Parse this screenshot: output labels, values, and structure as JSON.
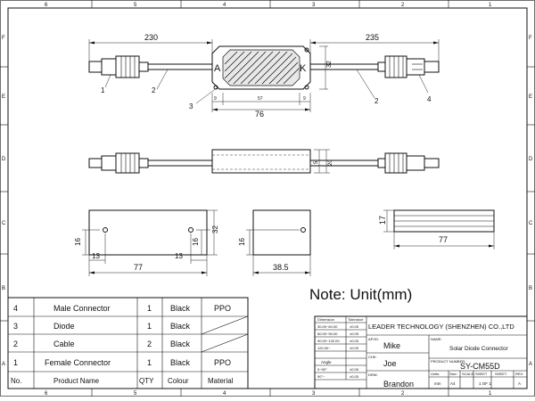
{
  "border": {
    "columns": [
      "6",
      "5",
      "4",
      "3",
      "2",
      "1"
    ],
    "rows": [
      "F",
      "E",
      "D",
      "C",
      "B",
      "A"
    ]
  },
  "top_view": {
    "dim_left": "230",
    "dim_right": "235",
    "dim_height": "32",
    "dim_body_len": "76",
    "dim_inner": "57",
    "dim_margin_left": "9",
    "dim_margin_right": "9",
    "mark_anode": "A",
    "mark_cathode": "K",
    "callouts": [
      "1",
      "2",
      "3",
      "2",
      "4"
    ]
  },
  "side_view": {
    "dim_small": "5",
    "dim_height": "20"
  },
  "bottom_views": {
    "front": {
      "h1": "16",
      "h2": "16",
      "h3": "32",
      "w1": "13",
      "w2": "13",
      "w3": "77"
    },
    "side": {
      "h": "16",
      "w": "38.5"
    },
    "end": {
      "h": "17",
      "w": "77"
    }
  },
  "note": "Note: Unit(mm)",
  "bom": {
    "rows": [
      {
        "no": "4",
        "name": "Male Connector",
        "qty": "1",
        "colour": "Black",
        "material": "PPO"
      },
      {
        "no": "3",
        "name": "Diode",
        "qty": "1",
        "colour": "Black",
        "material": ""
      },
      {
        "no": "2",
        "name": "Cable",
        "qty": "2",
        "colour": "Black",
        "material": ""
      },
      {
        "no": "1",
        "name": "Female Connector",
        "qty": "1",
        "colour": "Black",
        "material": "PPO"
      }
    ],
    "header": {
      "no": "No.",
      "name": "Product Name",
      "qty": "QTY",
      "colour": "Colour",
      "material": "Material"
    }
  },
  "title_block": {
    "tolerance_header": [
      "Dimension",
      "Tolerance"
    ],
    "tolerance_rows": [
      [
        "30.00~60.00",
        "±0.05"
      ],
      [
        "60.00~90.00",
        "±0.05"
      ],
      [
        "90.00~120.00",
        "±0.05"
      ],
      [
        "120.00~",
        "±0.05"
      ]
    ],
    "angle_header": "Angle",
    "angle_rows": [
      [
        "0~90°",
        "±0.05"
      ],
      [
        "90°~",
        "±0.05"
      ]
    ],
    "company": "LEADER TECHNOLOGY (SHENZHEN) CO.,LTD",
    "apvd_label": "APVD:",
    "apvd": "Mike",
    "chk_label": "CHK:",
    "chk": "Joe",
    "drw_label": "DRW:",
    "drw": "Brandon",
    "name_label": "NAME:",
    "name": "Solar Diode Connector",
    "pn_label": "PRODUCT NUMBER:",
    "pn": "SY-CM55D",
    "units_label": "Units:",
    "units": "mm",
    "size_label": "Size:",
    "size": "A4",
    "scale_label": "SCALE:",
    "sheet_label": "SHEET",
    "sheet": "1 OF 1",
    "rev_label": "REV:",
    "rev": "A"
  }
}
